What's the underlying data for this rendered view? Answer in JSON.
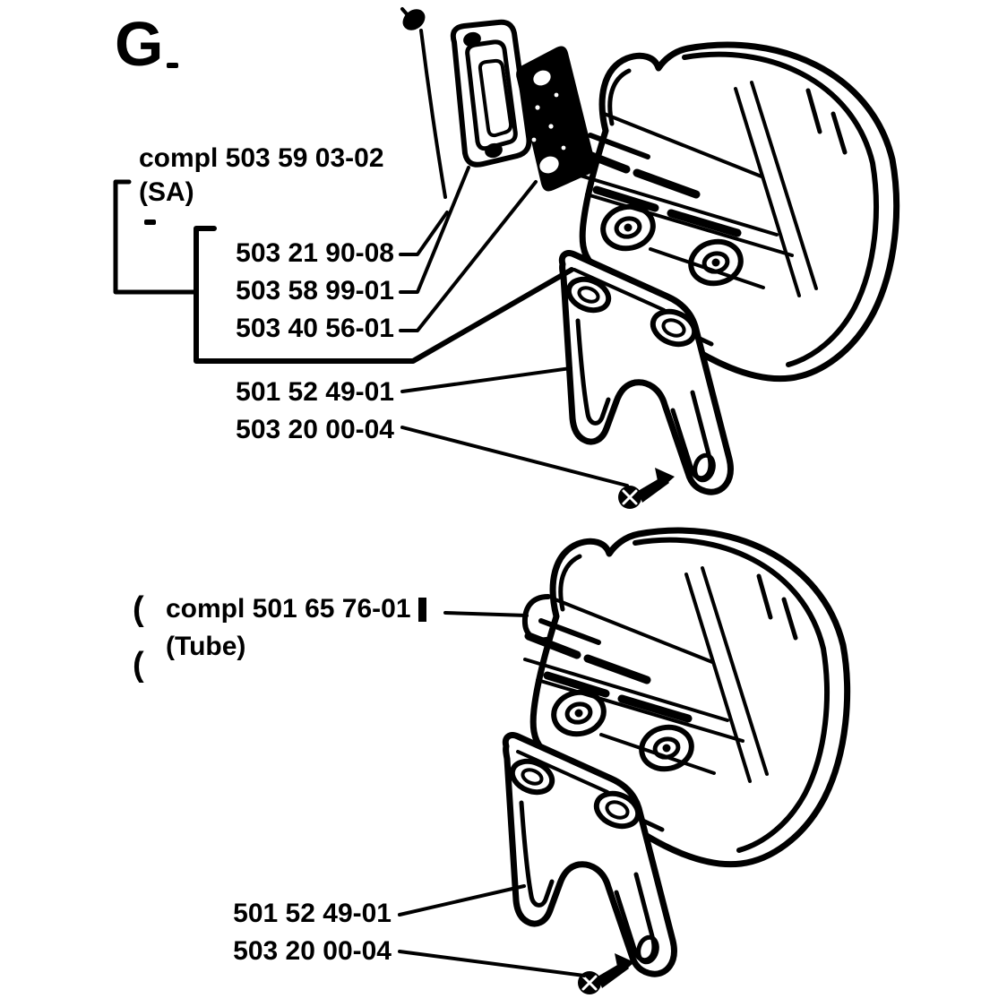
{
  "colors": {
    "ink": "#000000",
    "paper": "#ffffff"
  },
  "figure": {
    "section_letter": "G"
  },
  "top_assembly": {
    "complete_label": "compl 503 59 03-02",
    "variant_label": "(SA)",
    "part_numbers": [
      "503 21 90-08",
      "503 58 99-01",
      "503 40 56-01"
    ],
    "bracket_number": "501 52 49-01",
    "screw_number": "503 20 00-04"
  },
  "bottom_assembly": {
    "complete_label": "compl 501 65 76-01",
    "variant_label": "(Tube)",
    "bracket_number": "501 52 49-01",
    "screw_number": "503 20 00-04"
  },
  "artifacts": {
    "paren_top": "(",
    "paren_bottom": "("
  }
}
